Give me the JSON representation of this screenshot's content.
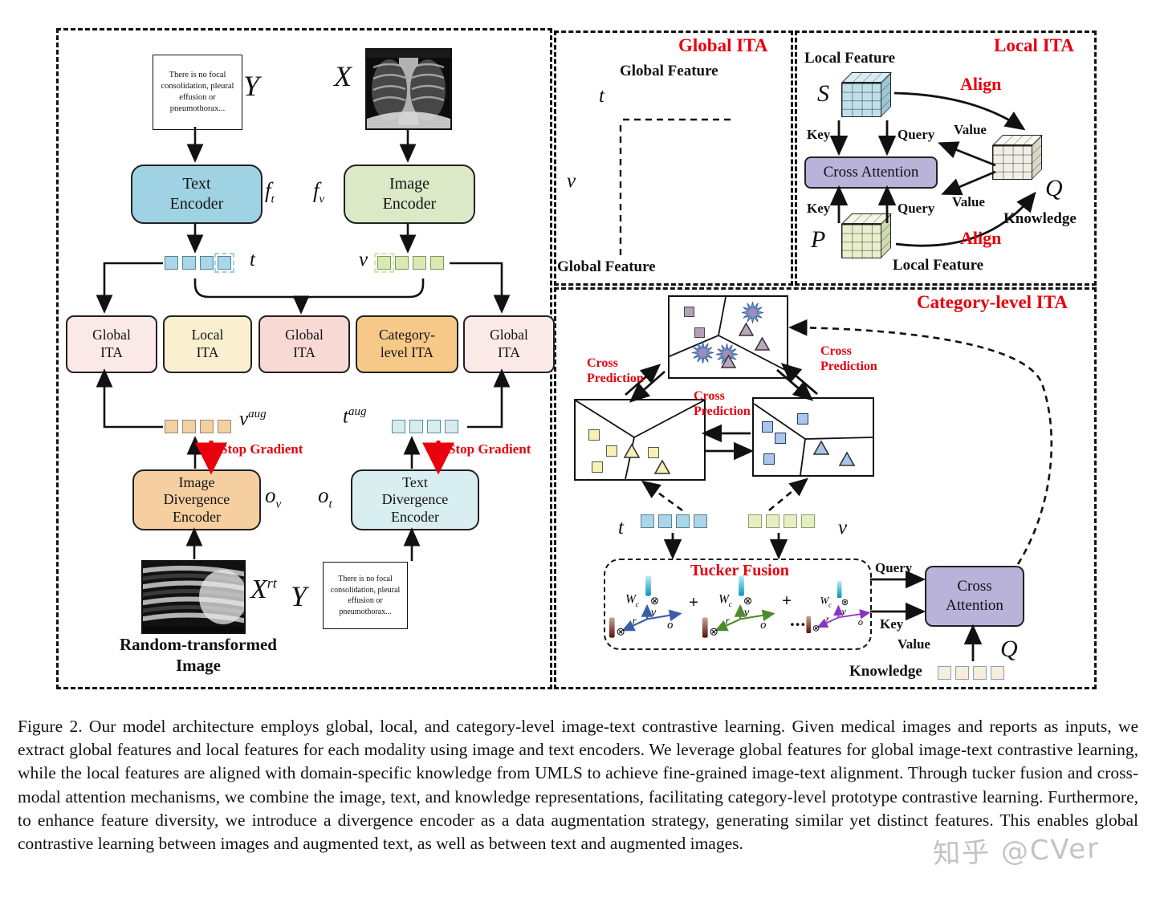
{
  "colors": {
    "accent_red": "#e8000d",
    "cross_attention_purple": "#b9b2d9",
    "text_encoder_blue": "#9fd3e3",
    "image_encoder_green": "#dbe9c6",
    "global_ita_pink": "#fbe9e7",
    "local_ita_cream": "#faf0d0",
    "category_ita_orange": "#f6c988",
    "divergence_orange": "#f5cfa0",
    "divergence_cyan": "#d9eef0",
    "grid_orange": "#f0a868"
  },
  "left_panel": {
    "report_text": "There is no focal consolidation, pleural effusion or pneumothorax...",
    "report_text_2": "There is no focal consolidation, pleural effusion or pneumothorax...",
    "y_label": "Y",
    "x_label": "X",
    "text_encoder": "Text Encoder",
    "image_encoder": "Image Encoder",
    "f_base": "f",
    "f_sub_t": "t",
    "f_sub_v": "v",
    "t_label": "t",
    "v_label": "v",
    "ita_boxes": [
      "Global ITA",
      "Local ITA",
      "Global ITA",
      "Category-level ITA",
      "Global ITA"
    ],
    "v_aug_base": "v",
    "v_aug_sup": "aug",
    "t_aug_base": "t",
    "t_aug_sup": "aug",
    "stop_gradient": "Stop Gradient",
    "image_div_encoder": "Image Divergence Encoder",
    "text_div_encoder": "Text Divergence Encoder",
    "o_base": "o",
    "o_sub_v": "v",
    "o_sub_t": "t",
    "x_rt_base": "X",
    "x_rt_sup": "rt",
    "y_label_2": "Y",
    "random_caption": "Random-transformed Image"
  },
  "global_ita": {
    "title": "Global ITA",
    "feature_top": "Global Feature",
    "feature_bottom": "Global Feature",
    "t_label": "t",
    "v_label": "v"
  },
  "local_ita": {
    "title": "Local ITA",
    "feature_top": "Local Feature",
    "feature_bottom": "Local Feature",
    "s_label": "S",
    "p_label": "P",
    "q_label": "Q",
    "knowledge": "Knowledge",
    "align_top": "Align",
    "align_bottom": "Align",
    "key_top": "Key",
    "key_bottom": "Key",
    "query_top": "Query",
    "query_bottom": "Query",
    "value_top": "Value",
    "value_bottom": "Value",
    "cross_attention": "Cross Attention"
  },
  "category_ita": {
    "title": "Category-level ITA",
    "cross_prediction_left": "Cross Prediction",
    "cross_prediction_mid": "Cross Prediction",
    "cross_prediction_right": "Cross Prediction",
    "t_label": "t",
    "v_label": "v",
    "tucker_title": "Tucker Fusion",
    "w_base": "W",
    "w_sub": "c",
    "otimes": "⊗",
    "axis_v": "v",
    "axis_o": "o",
    "axis_r": "r",
    "plus": "+",
    "dots": "...",
    "query": "Query",
    "key": "Key",
    "value": "Value",
    "q_label": "Q",
    "knowledge": "Knowledge",
    "cross_attention": "Cross Attention"
  },
  "caption": "Figure 2.  Our model architecture employs global, local, and category-level image-text contrastive learning.  Given medical images and reports as inputs, we extract global features and local features for each modality using image and text encoders.  We leverage global features for global image-text contrastive learning, while the local features are aligned with domain-specific knowledge from UMLS to achieve fine-grained image-text alignment.  Through tucker fusion and cross-modal attention mechanisms, we combine the image, text, and knowledge representations, facilitating category-level prototype contrastive learning.  Furthermore, to enhance feature diversity, we introduce a divergence encoder as a data augmentation strategy, generating similar yet distinct features.  This enables global contrastive learning between images and augmented text, as well as between text and augmented images.",
  "watermark": "知乎 @CVer"
}
